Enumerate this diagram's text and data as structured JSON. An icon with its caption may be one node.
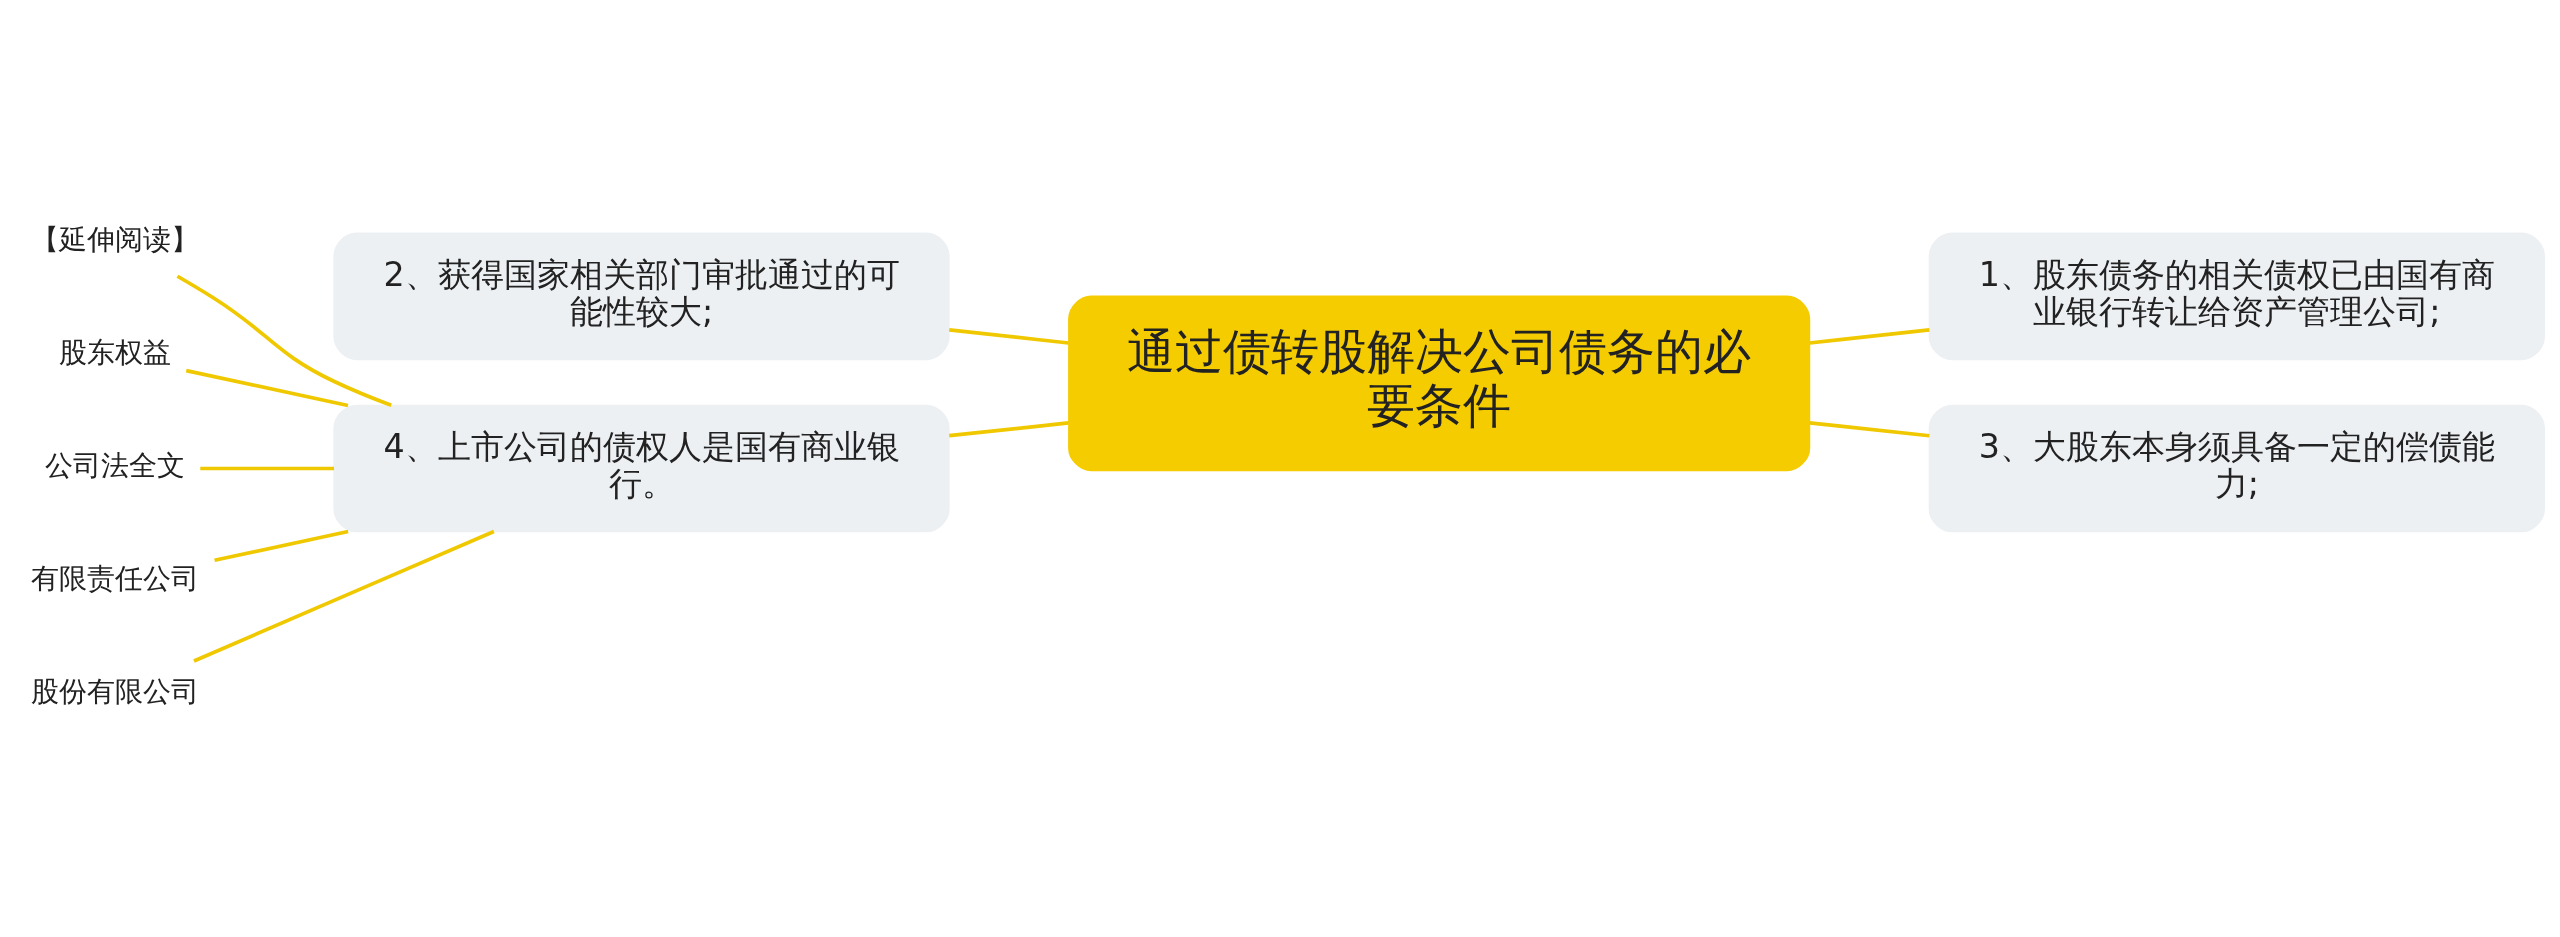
{
  "diagram": {
    "nodes": [
      {
        "text": [
          "通过债转股解决公司债务的必要条件"
        ]
      },
      {
        "text": [
          "1、股东债务的相关债权已由国有商业银行转让给资产管理公司;"
        ]
      },
      {
        "text": [
          "2、获得国家相关部门审批通过的可能性较大;"
        ]
      },
      {
        "text": [
          "3、大股东本身须具备一定的偿债能力;"
        ]
      },
      {
        "text": [
          "4、上市公司的债权人是国有商业银行。"
        ]
      },
      {
        "text": [
          "【延伸阅读】"
        ]
      },
      {
        "text": [
          "股东权益"
        ]
      },
      {
        "text": [
          "公司法全文"
        ]
      },
      {
        "text": [
          "有限责任公司"
        ]
      },
      {
        "text": [
          "股份有限公司"
        ]
      }
    ],
    "edges": [
      {
        "from": 0,
        "to": 2,
        "arrow": "none"
      },
      {
        "from": 0,
        "to": 1,
        "arrow": "none"
      },
      {
        "from": 0,
        "to": 3,
        "arrow": "none"
      },
      {
        "from": 0,
        "to": 4,
        "arrow": "none"
      },
      {
        "from": 4,
        "to": 5,
        "arrow": "none"
      },
      {
        "from": 4,
        "to": 6,
        "arrow": "none"
      },
      {
        "from": 4,
        "to": 7,
        "arrow": "none"
      },
      {
        "from": 4,
        "to": 8,
        "arrow": "none"
      },
      {
        "from": 4,
        "to": 9,
        "arrow": "none"
      }
    ]
  }
}
